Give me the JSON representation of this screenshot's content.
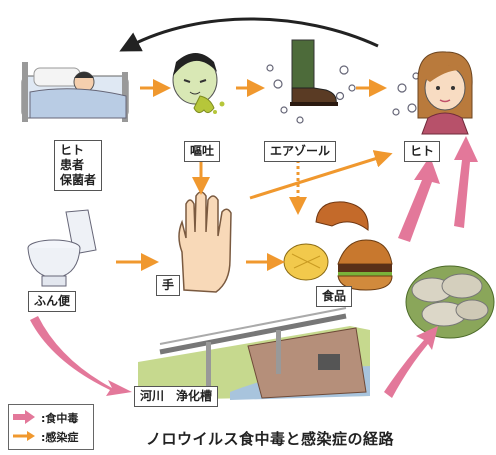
{
  "caption": "ノロウイルス食中毒と感染症の経路",
  "labels": {
    "patient": "ヒト\n患者\n保菌者",
    "vomit": "嘔吐",
    "aerosol": "エアゾール",
    "human": "ヒト",
    "feces": "ふん便",
    "hand": "手",
    "food": "食品",
    "river": "河川　浄化槽"
  },
  "legend": {
    "poisoning": ":食中毒",
    "infection": ":感染症"
  },
  "colors": {
    "poisoning_arrow": "#e3789a",
    "infection_arrow": "#f0982e",
    "return_arrow": "#222222"
  }
}
